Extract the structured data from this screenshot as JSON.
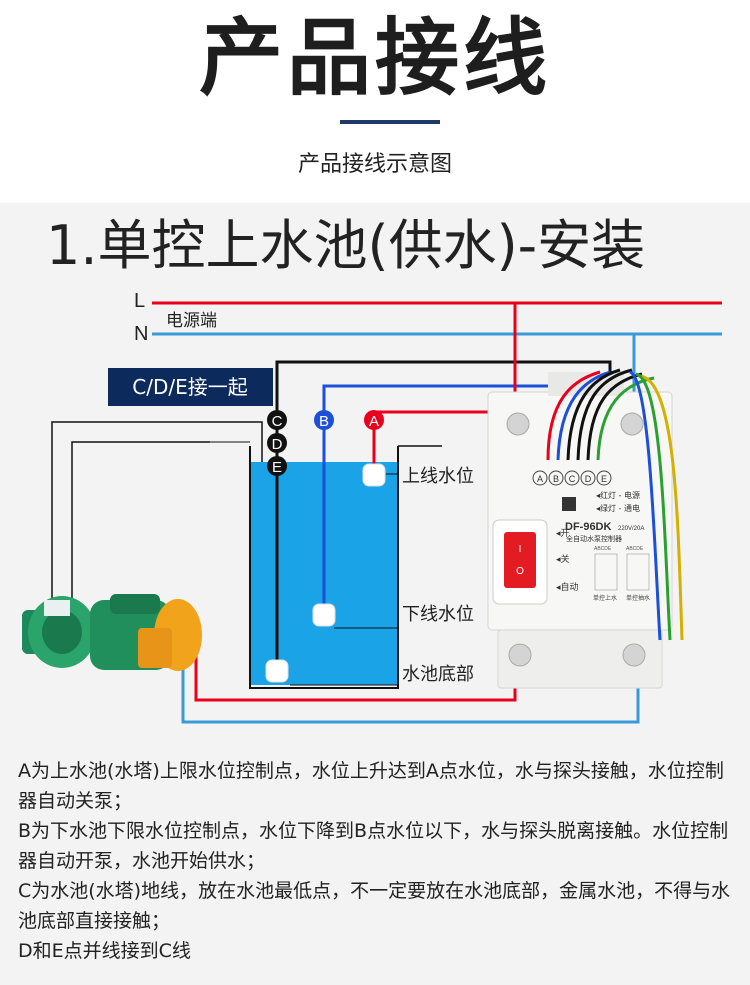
{
  "header": {
    "title": "产品接线",
    "subtitle": "产品接线示意图"
  },
  "section": {
    "title": "1.单控上水池(供水)-安装"
  },
  "diagram": {
    "line_L": "L",
    "line_N": "N",
    "power_label": "电源端",
    "cde_tag": "C/D/E接一起",
    "probes": {
      "A": "A",
      "B": "B",
      "C": "C",
      "D": "D",
      "E": "E"
    },
    "upper_level": "上线水位",
    "lower_level": "下线水位",
    "tank_bottom": "水池底部",
    "controller": {
      "terminals": [
        "A",
        "B",
        "C",
        "D",
        "E"
      ],
      "led_red": "◂红灯 - 电源",
      "led_green": "◂绿灯 - 通电",
      "model": "DF-96DK",
      "rating": "220V/20A",
      "name": "全自动水泵控制器",
      "switch_on": "◂开",
      "switch_off": "◂关",
      "switch_auto": "◂自动",
      "mini_labels": [
        "ABCDE",
        "ABCDE"
      ],
      "mini_captions": [
        "单控上水",
        "单控抽水"
      ]
    },
    "colors": {
      "red": "#e8001c",
      "blue": "#1d4fd8",
      "lightblue": "#3a9ad9",
      "black": "#111111",
      "water": "#1aa3e6",
      "tag_bg": "#0d2a5c"
    }
  },
  "description": {
    "lines": [
      "A为上水池(水塔)上限水位控制点，水位上升达到A点水位，水与探头接触，水位控制器自动关泵；",
      "B为下水池下限水位控制点，水位下降到B点水位以下，水与探头脱离接触。水位控制器自动开泵，水池开始供水；",
      "C为水池(水塔)地线，放在水池最低点，不一定要放在水池底部，金属水池，不得与水池底部直接接触；",
      "D和E点并线接到C线"
    ]
  }
}
